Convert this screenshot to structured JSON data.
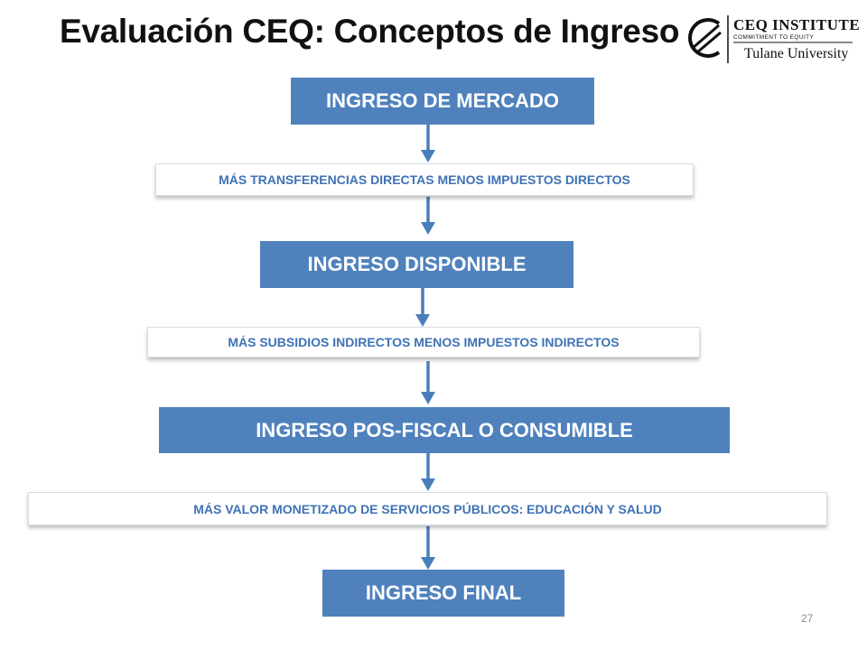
{
  "title": "Evaluación CEQ: Conceptos de Ingreso",
  "logo": {
    "line1": "CEQ INSTITUTE",
    "line2": "COMMITMENT TO EQUITY",
    "line3": "Tulane University"
  },
  "flow": {
    "market_income": "INGRESO DE MERCADO",
    "step1": "MÁS TRANSFERENCIAS DIRECTAS MENOS IMPUESTOS DIRECTOS",
    "disposable_income": "INGRESO DISPONIBLE",
    "step2": "MÁS SUBSIDIOS INDIRECTOS MENOS IMPUESTOS INDIRECTOS",
    "consumable_income": "INGRESO POS-FISCAL O CONSUMIBLE",
    "step3": "MÁS VALOR MONETIZADO DE SERVICIOS PÚBLICOS: EDUCACIÓN Y SALUD",
    "final_income": "INGRESO FINAL"
  },
  "page_number": "27",
  "colors": {
    "box": "#4f81bd",
    "step_text": "#3f72b5",
    "arrow": "#4a7ebb"
  }
}
